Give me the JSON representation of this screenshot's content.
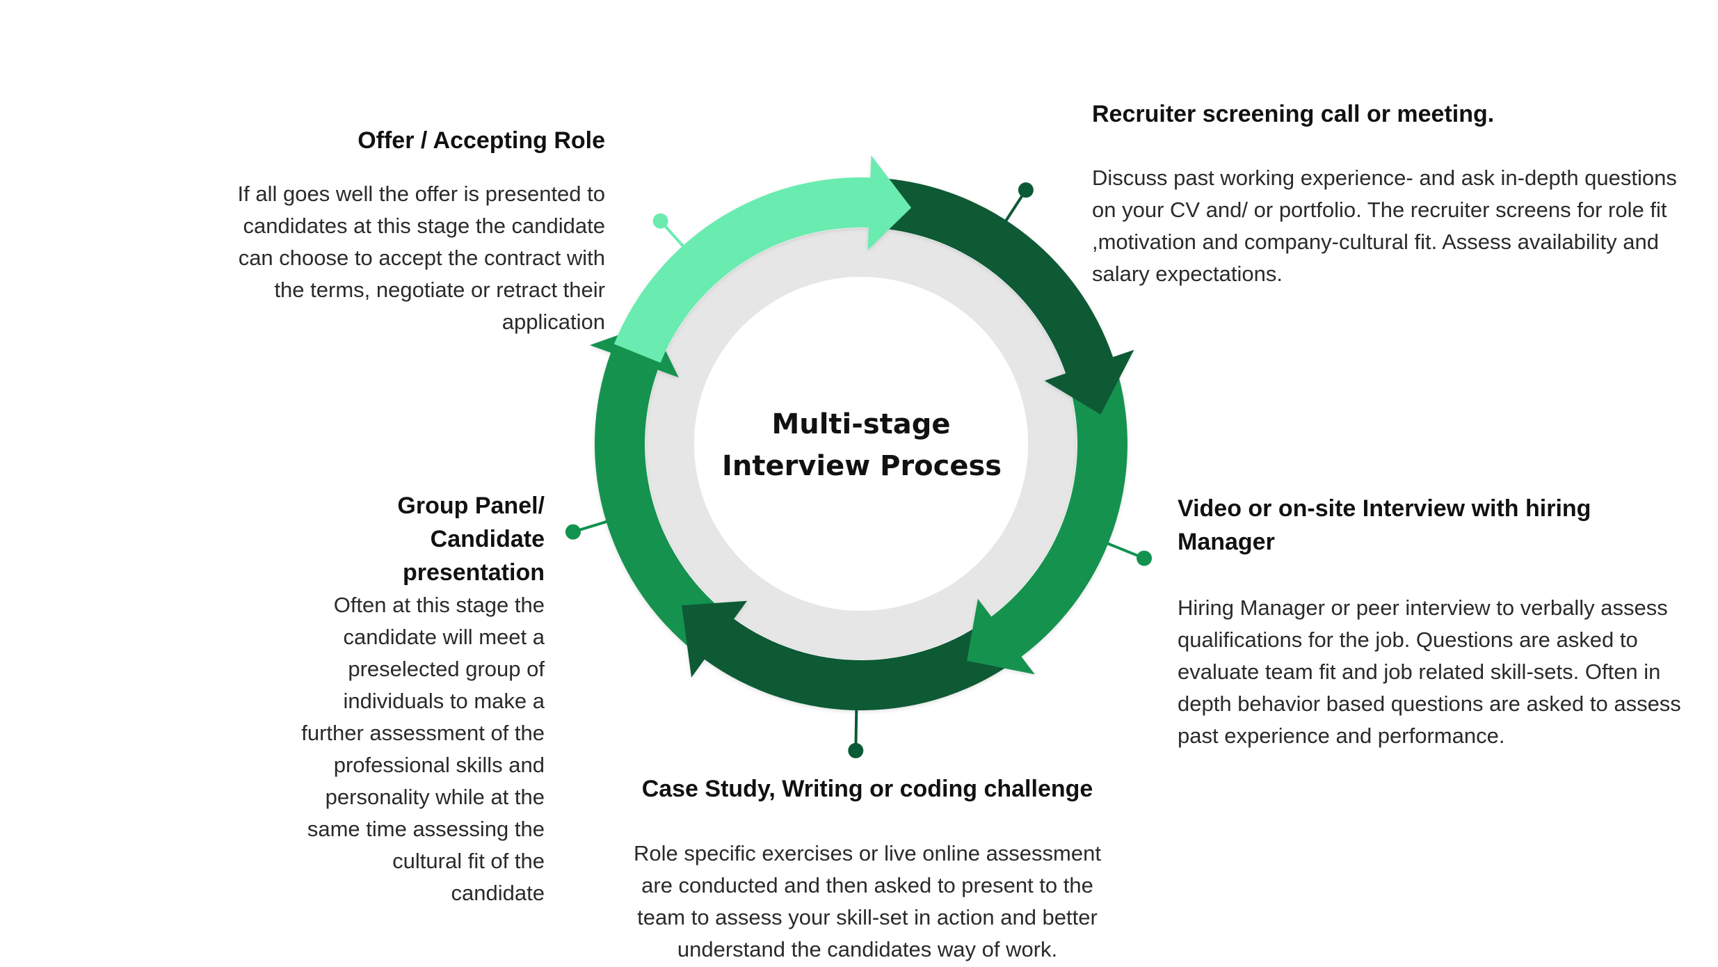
{
  "diagram": {
    "title_lines": [
      "Multi-stage",
      "Interview Process"
    ],
    "colors": {
      "mint": "#6BEBB0",
      "dark_green": "#0B5A36",
      "medium_green": "#12924F",
      "grey_ring": "#E6E6E6",
      "text": "#1f1f1f"
    },
    "stages": [
      {
        "id": "recruiter",
        "heading_lines": [
          "Recruiter screening call or meeting."
        ],
        "body_lines": [
          "Discuss past working experience- and ask in-depth questions",
          "on your CV and/ or portfolio.  The recruiter screens for role fit",
          ",motivation and company-cultural fit. Assess availability and",
          "salary expectations."
        ],
        "segment_color": "dark_green"
      },
      {
        "id": "hiring-manager",
        "heading_lines": [
          "Video or on-site Interview with hiring",
          "Manager"
        ],
        "body_lines": [
          "Hiring Manager or peer interview to verbally assess",
          "qualifications for the job. Questions are asked to",
          "evaluate team fit and job related skill-sets. Often in",
          "depth behavior based questions are asked to assess",
          "past experience and performance."
        ],
        "segment_color": "medium_green"
      },
      {
        "id": "case-study",
        "heading_lines": [
          "Case Study, Writing or coding challenge"
        ],
        "body_lines": [
          "Role specific exercises or live online assessment",
          "are conducted and then asked to present to the",
          "team to assess your skill-set in action and better",
          "understand the candidates way of work."
        ],
        "segment_color": "dark_green"
      },
      {
        "id": "group-panel",
        "heading_lines": [
          "Group Panel/",
          "Candidate",
          "presentation"
        ],
        "body_lines": [
          "Often at this stage the",
          "candidate will meet a",
          "preselected group of",
          "individuals to make a",
          "further assessment of the",
          "professional skills and",
          "personality while at the",
          "same time assessing the",
          "cultural fit of the",
          "candidate"
        ],
        "segment_color": "medium_green"
      },
      {
        "id": "offer",
        "heading_lines": [
          "Offer / Accepting Role"
        ],
        "body_lines": [
          "If all goes well the offer is presented to",
          "candidates at this stage the candidate",
          "can choose to accept the contract with",
          "the terms, negotiate or retract their",
          "application"
        ],
        "segment_color": "mint"
      }
    ]
  }
}
